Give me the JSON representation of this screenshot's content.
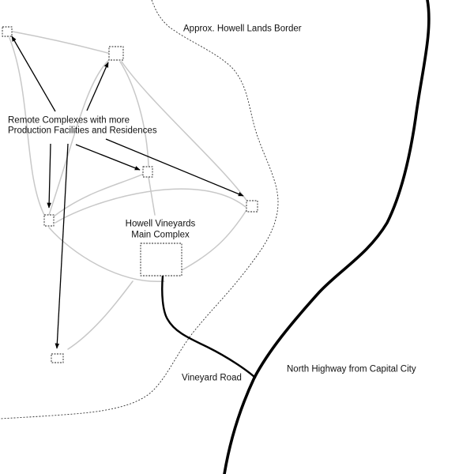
{
  "labels": {
    "border": "Approx. Howell Lands Border",
    "remote_line1": "Remote Complexes with more",
    "remote_line2": "Production Facilities and Residences",
    "main_line1": "Howell Vineyards",
    "main_line2": "Main Complex",
    "vineyard_road": "Vineyard Road",
    "north_highway": "North Highway from Capital City"
  },
  "colors": {
    "background": "#ffffff",
    "highway": "#000000",
    "vineyard_road": "#000000",
    "trails": "#c8c8c8",
    "border": "#333333",
    "text": "#111111"
  }
}
